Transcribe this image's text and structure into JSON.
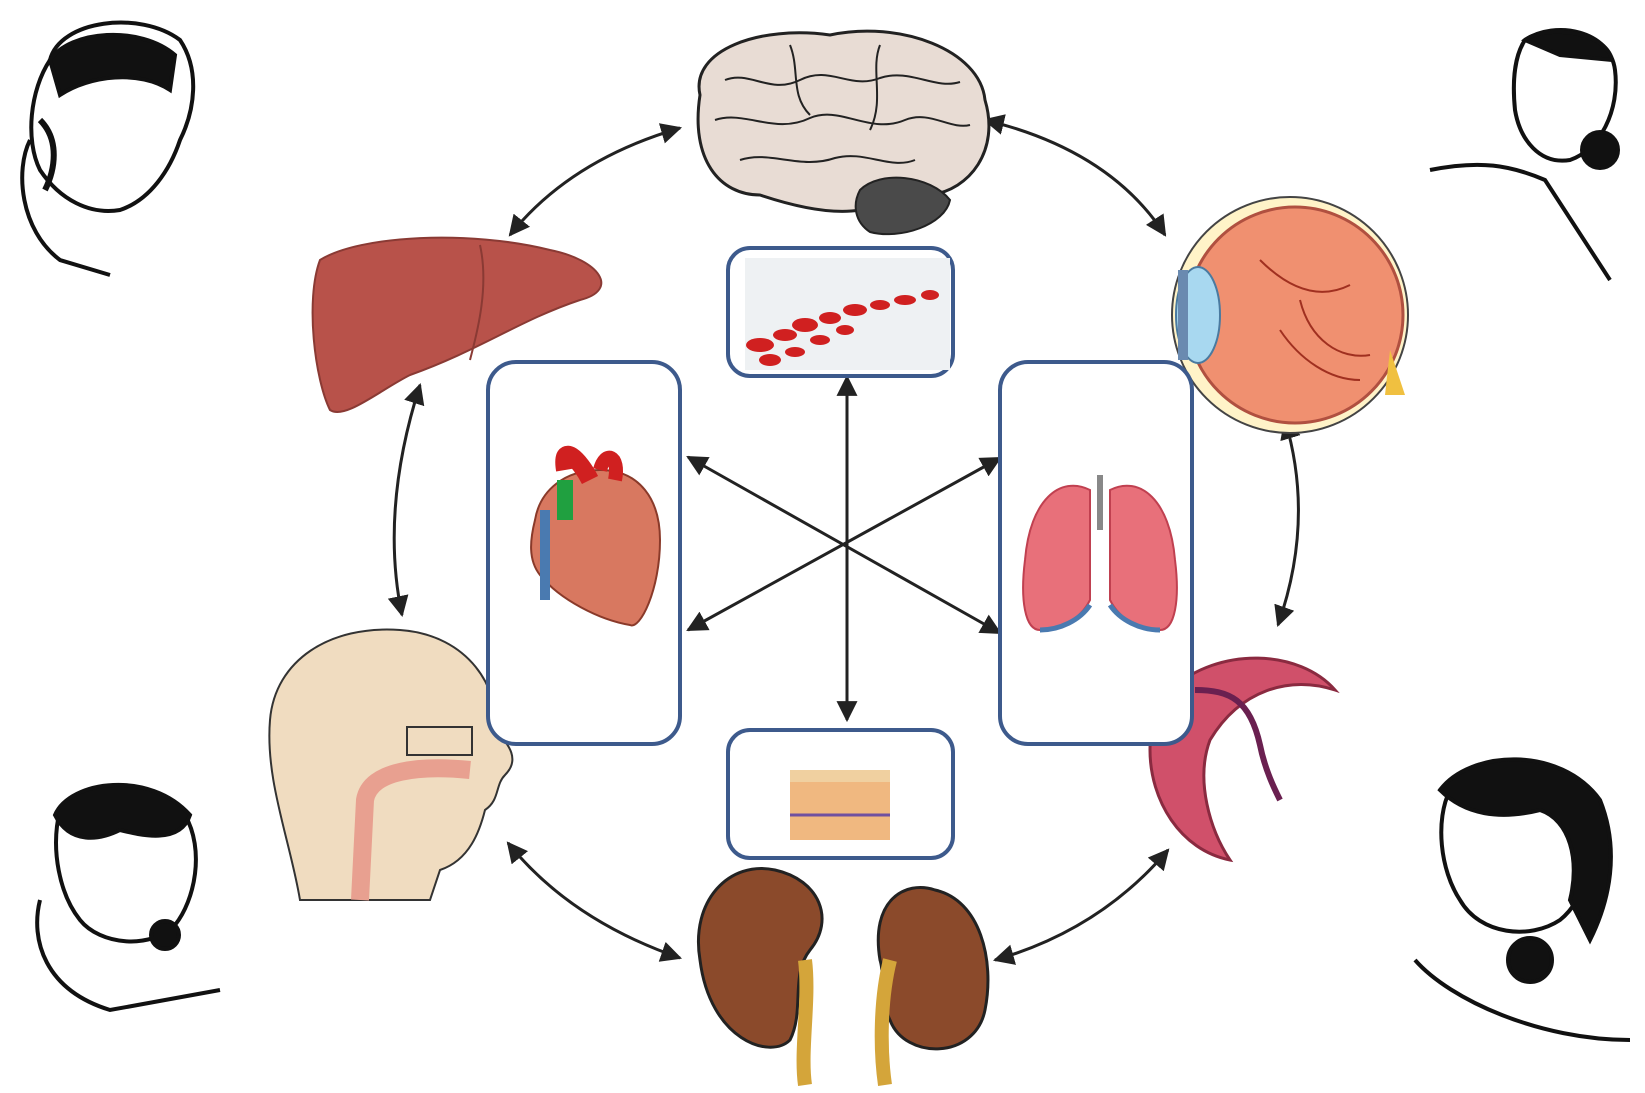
{
  "diagram": {
    "organs_outer": [
      {
        "id": "brain",
        "icon": "brain-icon"
      },
      {
        "id": "eye",
        "icon": "eye-icon"
      },
      {
        "id": "sickle-cell",
        "icon": "sickle-cell-icon"
      },
      {
        "id": "kidneys",
        "icon": "kidneys-icon"
      },
      {
        "id": "nasal-cavity",
        "icon": "head-nasal-cavity-icon"
      },
      {
        "id": "liver",
        "icon": "liver-icon"
      }
    ],
    "organs_inner": [
      {
        "id": "blood",
        "icon": "blood-cells-icon"
      },
      {
        "id": "lungs",
        "icon": "lungs-icon"
      },
      {
        "id": "skin",
        "icon": "skin-layers-icon"
      },
      {
        "id": "heart",
        "icon": "heart-icon"
      }
    ],
    "callers": [
      {
        "id": "man-top-left",
        "icon": "man-on-phone-icon"
      },
      {
        "id": "man-top-right",
        "icon": "man-on-phone-icon"
      },
      {
        "id": "woman-bottom-left",
        "icon": "woman-on-phone-icon"
      },
      {
        "id": "woman-bottom-right",
        "icon": "woman-on-phone-icon"
      }
    ],
    "connections": [
      [
        "liver",
        "brain"
      ],
      [
        "brain",
        "eye"
      ],
      [
        "eye",
        "sickle-cell"
      ],
      [
        "sickle-cell",
        "kidneys"
      ],
      [
        "kidneys",
        "nasal-cavity"
      ],
      [
        "nasal-cavity",
        "liver"
      ],
      [
        "blood",
        "skin"
      ],
      [
        "heart",
        "lungs"
      ],
      [
        "lungs",
        "heart"
      ]
    ],
    "colors": {
      "box_border": "#3d5a8c",
      "arrow": "#222222",
      "liver": "#b8524a",
      "brain": "#e8dcd4",
      "kidney": "#8b4a2b",
      "ureter": "#d4a53a",
      "lung": "#e8707a",
      "eye": "#f09070",
      "sickle": "#d0506a",
      "head_skin": "#f0dcc0",
      "blood": "#d02020"
    }
  }
}
